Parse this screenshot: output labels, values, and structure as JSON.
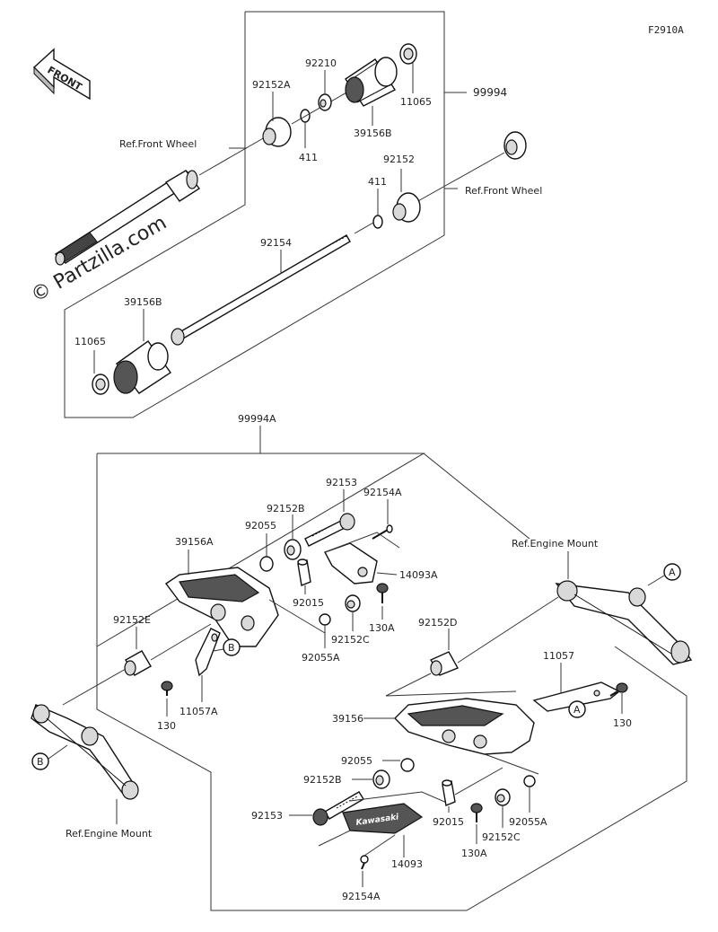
{
  "diagram_code": "F2910A",
  "front_arrow_label": "FRONT",
  "watermark": "© Partzilla.com",
  "kit_labels": {
    "upper_kit": "99994",
    "lower_kit": "99994A"
  },
  "ref_labels": {
    "front_wheel_left": "Ref.Front Wheel",
    "front_wheel_right": "Ref.Front Wheel",
    "engine_mount_right": "Ref.Engine Mount",
    "engine_mount_left": "Ref.Engine Mount"
  },
  "callouts": {
    "a_right": "A",
    "a_lower": "A",
    "b_mid": "B",
    "b_left": "B"
  },
  "part_labels": {
    "p92210": "92210",
    "p92152A": "92152A",
    "p11065_top": "11065",
    "p39156B_top": "39156B",
    "p411_top": "411",
    "p92152": "92152",
    "p411_mid": "411",
    "p92154": "92154",
    "p39156B_bot": "39156B",
    "p11065_bot": "11065",
    "p92153_top": "92153",
    "p92154A_top": "92154A",
    "p92152B_top": "92152B",
    "p92055_top": "92055",
    "p39156A": "39156A",
    "p14093A": "14093A",
    "p92015_top": "92015",
    "p130A_top": "130A",
    "p92152C_top": "92152C",
    "p92055A_top": "92055A",
    "p92152E": "92152E",
    "p130_left": "130",
    "p11057A": "11057A",
    "p92152D": "92152D",
    "p11057": "11057",
    "p130_right": "130",
    "p39156": "39156",
    "p92055_bot": "92055",
    "p92152B_bot": "92152B",
    "p92153_bot": "92153",
    "p92015_bot": "92015",
    "p92055A_bot": "92055A",
    "p130A_bot": "130A",
    "p92152C_bot": "92152C",
    "p14093": "14093",
    "p92154A_bot": "92154A"
  },
  "plate_text": "Kawasaki"
}
